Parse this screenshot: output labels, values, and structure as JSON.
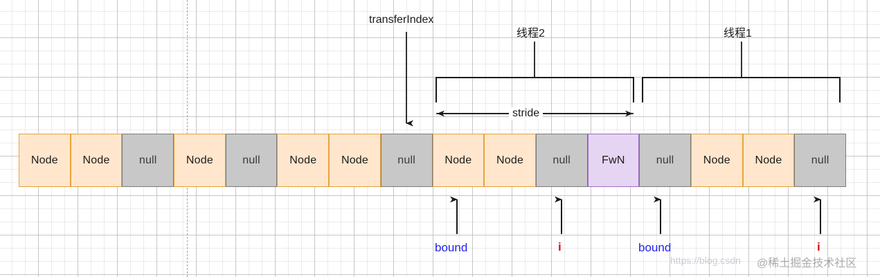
{
  "diagram": {
    "title_labels": {
      "transfer_index": "transferIndex",
      "thread2": "线程2",
      "thread1": "线程1",
      "stride": "stride"
    },
    "pointer_labels": {
      "bound_left": "bound",
      "i_left": "i",
      "bound_right": "bound",
      "i_right": "i"
    },
    "colors": {
      "node_fill": "#ffe6cc",
      "node_border": "#e8a33d",
      "null_fill": "#c8c8c8",
      "null_border": "#7b7b7b",
      "fwn_fill": "#e6d5f2",
      "fwn_border": "#9a6fbf",
      "bound_text": "#2222ee",
      "i_text": "#dd0d0d",
      "line": "#1b1b1b"
    },
    "cells": [
      {
        "label": "Node",
        "kind": "node"
      },
      {
        "label": "Node",
        "kind": "node"
      },
      {
        "label": "null",
        "kind": "null"
      },
      {
        "label": "Node",
        "kind": "node"
      },
      {
        "label": "null",
        "kind": "null"
      },
      {
        "label": "Node",
        "kind": "node"
      },
      {
        "label": "Node",
        "kind": "node"
      },
      {
        "label": "null",
        "kind": "null"
      },
      {
        "label": "Node",
        "kind": "node"
      },
      {
        "label": "Node",
        "kind": "node"
      },
      {
        "label": "null",
        "kind": "null"
      },
      {
        "label": "FwN",
        "kind": "fwn"
      },
      {
        "label": "null",
        "kind": "null"
      },
      {
        "label": "Node",
        "kind": "node"
      },
      {
        "label": "Node",
        "kind": "node"
      },
      {
        "label": "null",
        "kind": "null"
      }
    ]
  },
  "watermark": {
    "url": "https://blog.csdn",
    "brand": "@稀土掘金技术社区"
  }
}
